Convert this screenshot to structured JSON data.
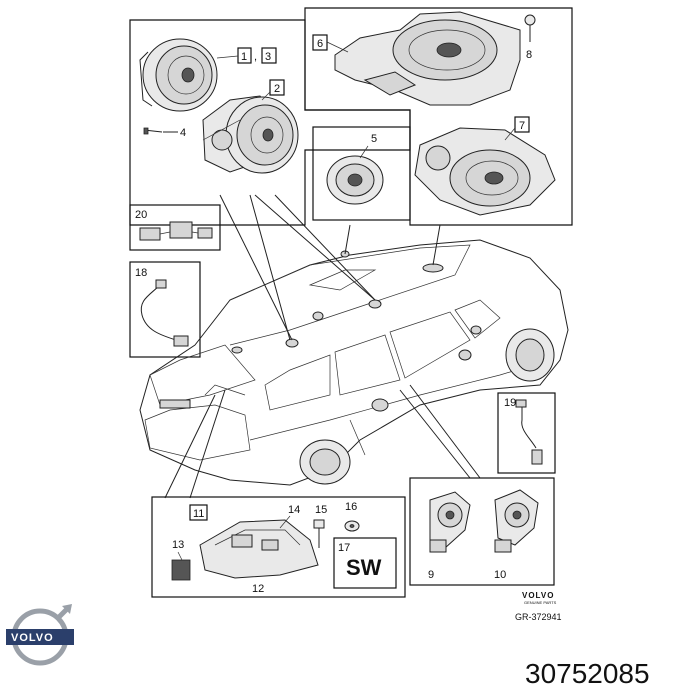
{
  "callouts": {
    "c1": "1",
    "c3": "3",
    "c1_3_sep": ",",
    "c2": "2",
    "c4": "4",
    "c5": "5",
    "c6": "6",
    "c7": "7",
    "c8": "8",
    "c9": "9",
    "c10": "10",
    "c11": "11",
    "c12": "12",
    "c13": "13",
    "c14": "14",
    "c15": "15",
    "c16": "16",
    "c17": "17",
    "c18": "18",
    "c19": "19",
    "c20": "20"
  },
  "sw_label": "SW",
  "brand": {
    "name": "VOLVO",
    "sub": "GENUINE PARTS",
    "figure_code": "GR-372941"
  },
  "footer": {
    "logo_text": "VOLVO",
    "part_number": "30752085"
  },
  "colors": {
    "logo_blue": "#2b3f6b",
    "logo_ring": "#9aa0a8"
  }
}
